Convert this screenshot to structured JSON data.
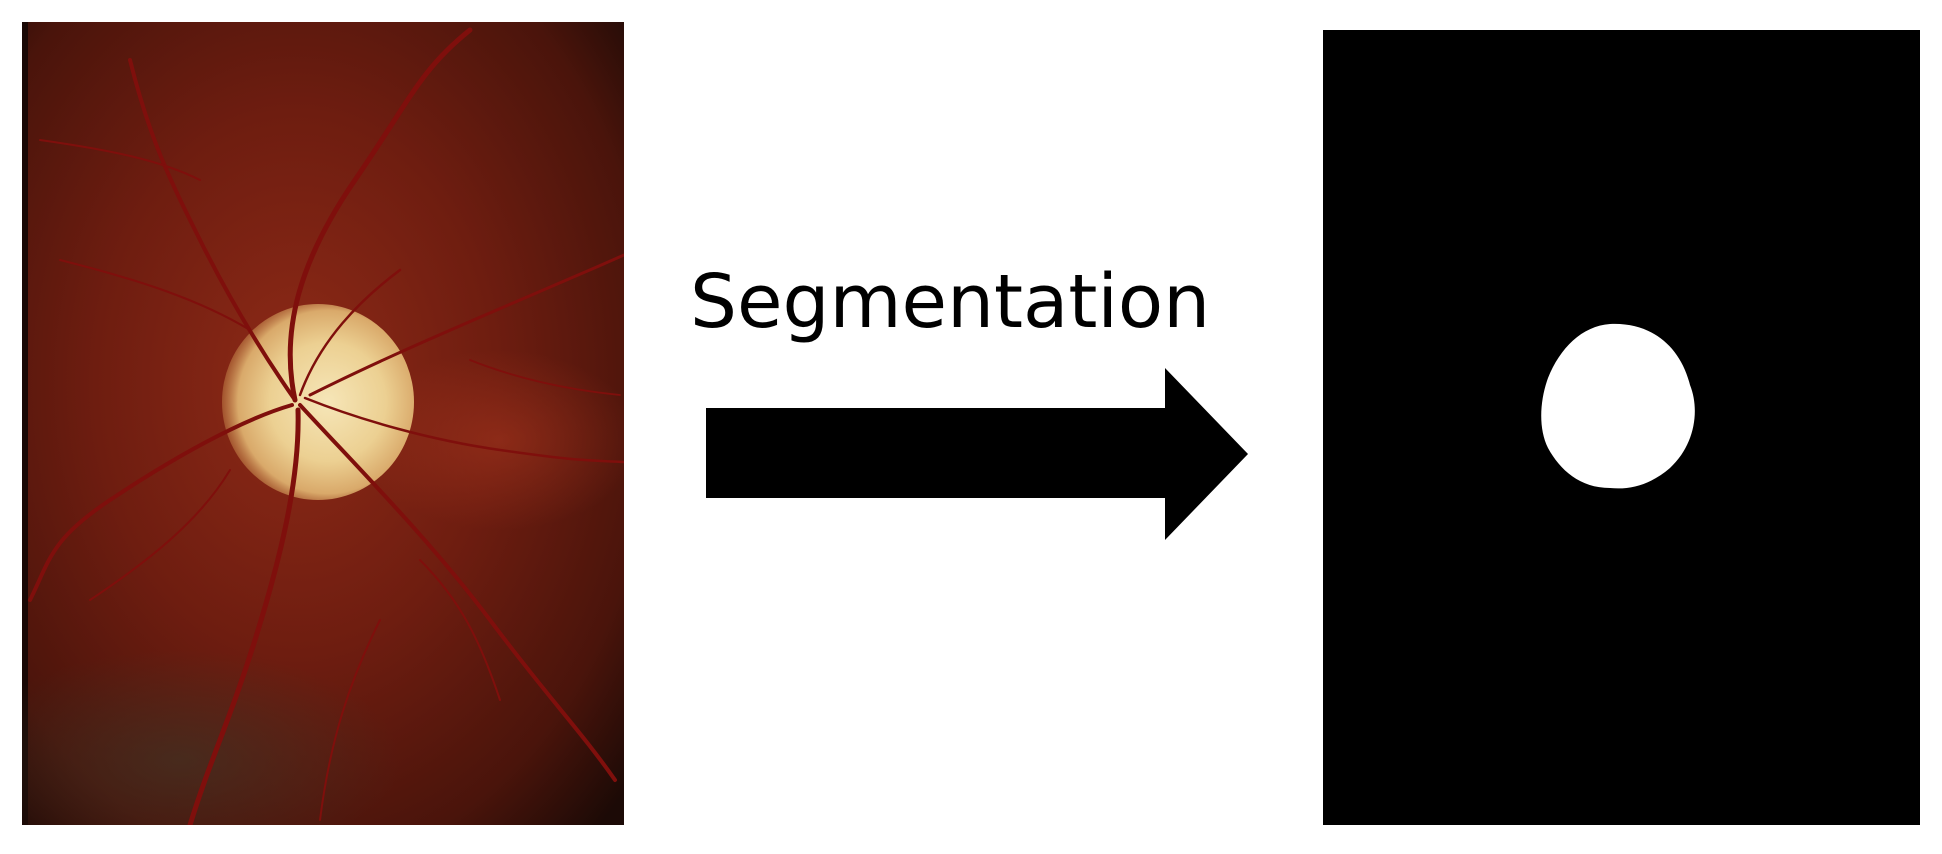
{
  "diagram": {
    "arrow_label": "Segmentation",
    "input_panel": {
      "content": "retinal-fundus-image",
      "colors": {
        "background": "#6e1c0f",
        "optic_disc": "#f2d9a0",
        "vessels": "#8a1010"
      }
    },
    "output_panel": {
      "content": "binary-segmentation-mask",
      "colors": {
        "background": "#000000",
        "mask": "#ffffff"
      }
    },
    "arrow": {
      "color": "#000000"
    }
  }
}
